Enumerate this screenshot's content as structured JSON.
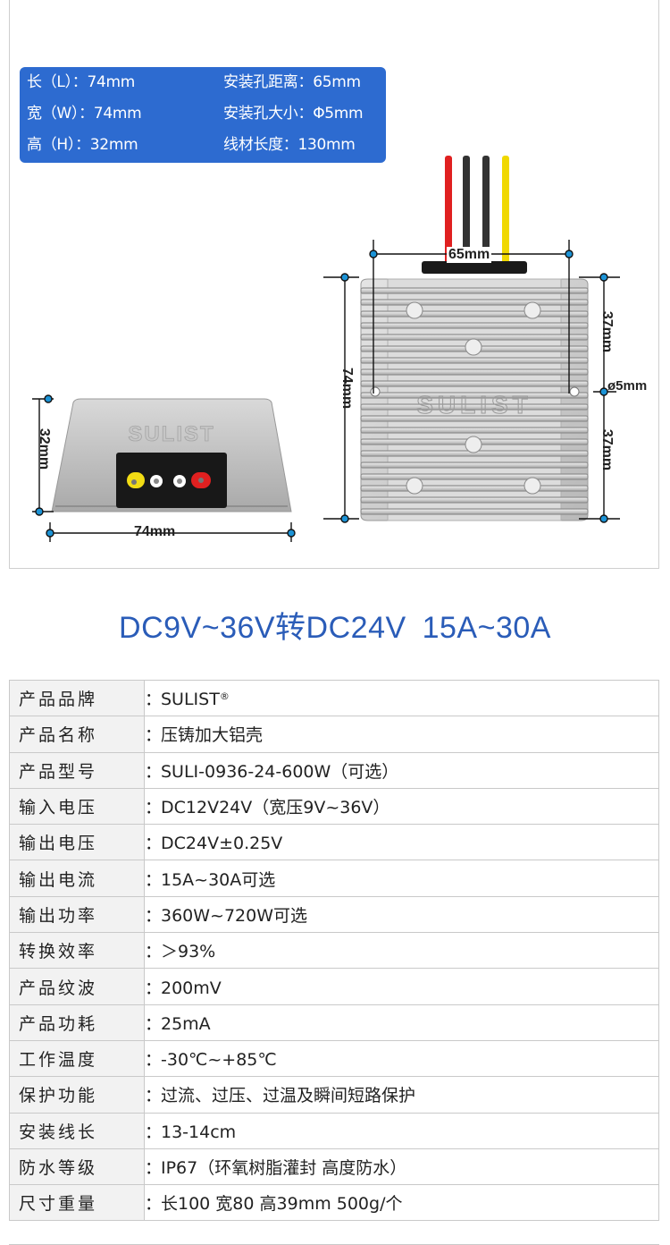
{
  "specs_box": {
    "length": "长（L）：74mm",
    "width": "宽（W）：74mm",
    "height": "高（H）：32mm",
    "hole_distance": "安装孔距离：65mm",
    "hole_size": "安装孔大小：Φ5mm",
    "wire_length": "线材长度：130mm"
  },
  "drawing": {
    "brand": "SULIST",
    "dim_width": "74mm",
    "dim_height_side": "32mm",
    "dim_top_74": "74mm",
    "dim_hole_spacing": "65mm",
    "dim_37_upper": "37mm",
    "dim_37_lower": "37mm",
    "dim_hole_dia": "ø5mm",
    "wire_colors": [
      "#e02020",
      "#333333",
      "#333333",
      "#f0d800"
    ],
    "led_colors": [
      "#f2dc14",
      "#ffffff",
      "#ffffff",
      "#e02020"
    ]
  },
  "title": "DC9V~36V转DC24V  15A~30A",
  "table": {
    "rows": [
      {
        "label": "产品品牌",
        "sep": "：",
        "value": "SULIST",
        "suffix": "®"
      },
      {
        "label": "产品名称",
        "sep": "：",
        "value": "压铸加大铝壳"
      },
      {
        "label": "产品型号",
        "sep": "：",
        "value": "SULI-0936-24-600W（可选）"
      },
      {
        "label": "输入电压",
        "sep": "：",
        "value": "DC12V24V（宽压9V~36V）"
      },
      {
        "label": "输出电压",
        "sep": "：",
        "value": "DC24V±0.25V"
      },
      {
        "label": "输出电流",
        "sep": "：",
        "value": "15A~30A可选"
      },
      {
        "label": "输出功率",
        "sep": "：",
        "value": "360W~720W可选"
      },
      {
        "label": "转换效率",
        "sep": "：",
        "value": "＞93%"
      },
      {
        "label": "产品纹波",
        "sep": "：",
        "value": "200mV"
      },
      {
        "label": "产品功耗",
        "sep": "：",
        "value": "25mA"
      },
      {
        "label": "工作温度",
        "sep": "：",
        "value": "-30℃~+85℃"
      },
      {
        "label": "保护功能",
        "sep": "：",
        "value": "过流、过压、过温及瞬间短路保护"
      },
      {
        "label": "安装线长",
        "sep": "：",
        "value": "13-14cm"
      },
      {
        "label": "防水等级",
        "sep": "：",
        "value": "IP67（环氧树脂灌封 高度防水）"
      },
      {
        "label": "尺寸重量",
        "sep": "：",
        "value": "长100 宽80 高39mm    500g/个"
      }
    ]
  }
}
